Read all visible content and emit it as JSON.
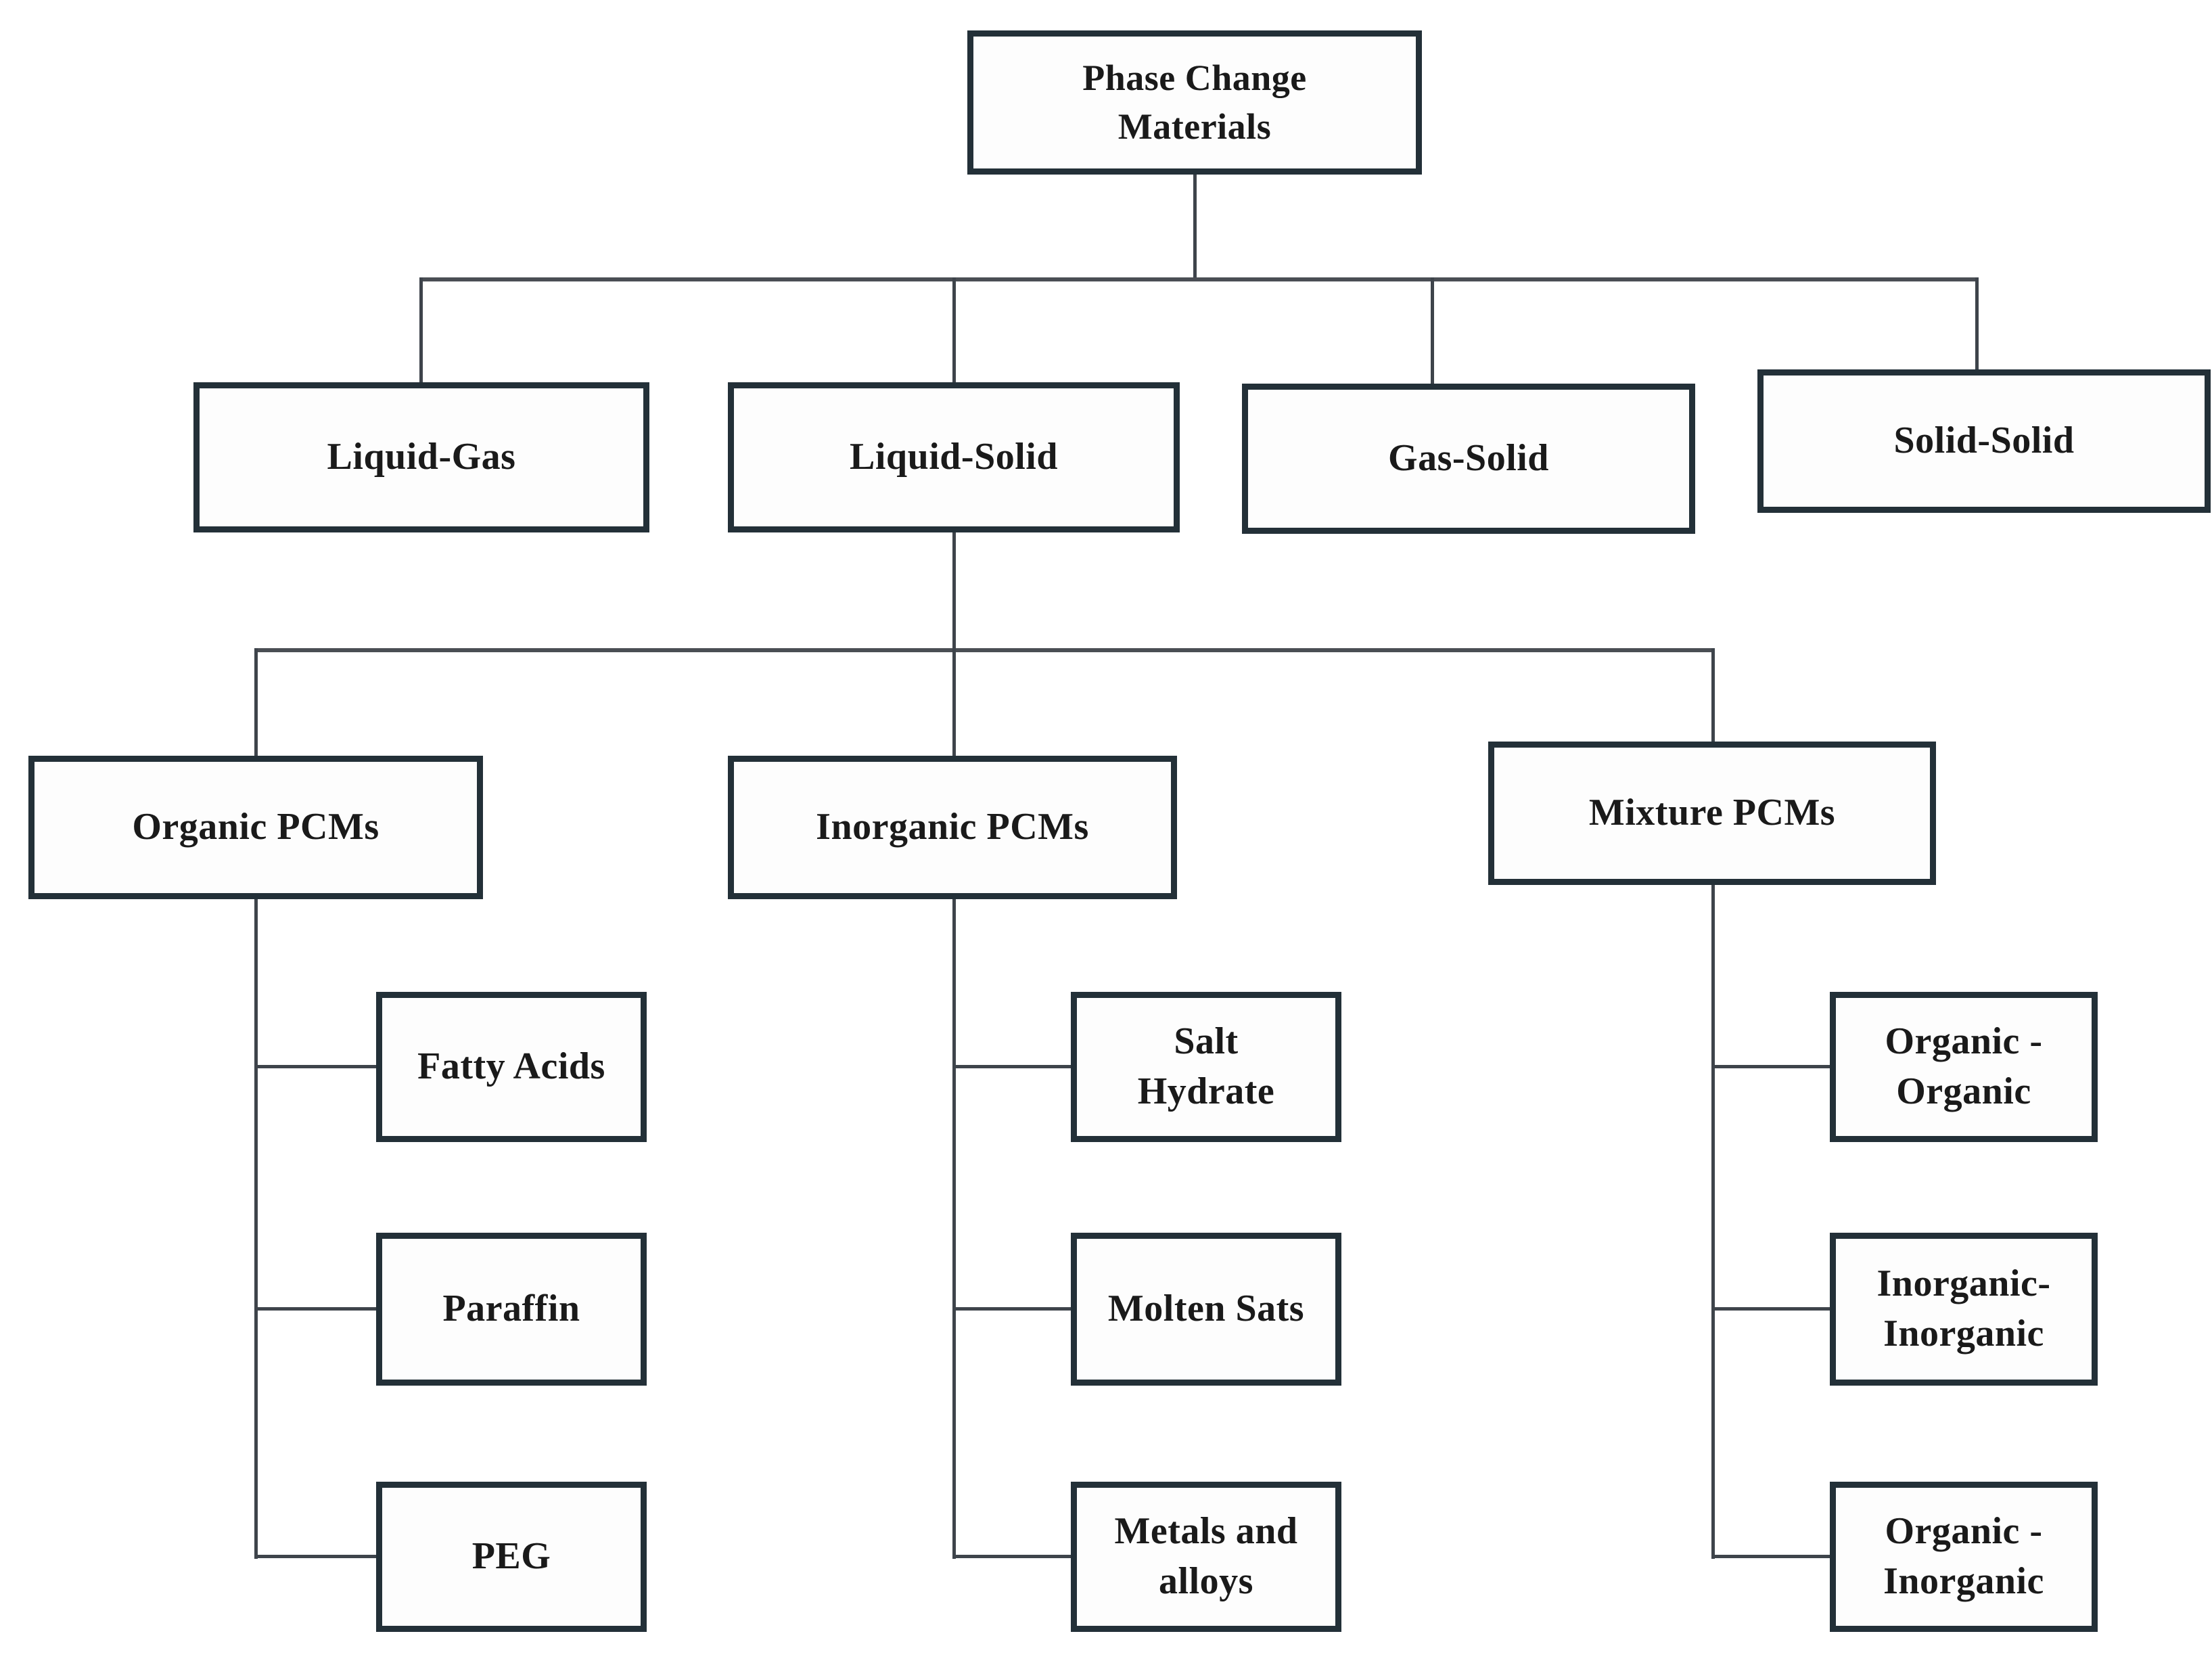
{
  "diagram": {
    "nodes": {
      "root": {
        "line1": "Phase Change",
        "line2": "Materials"
      },
      "liquid_gas": {
        "label": "Liquid-Gas"
      },
      "liquid_solid": {
        "label": "Liquid-Solid"
      },
      "gas_solid": {
        "label": "Gas-Solid"
      },
      "solid_solid": {
        "label": "Solid-Solid"
      },
      "organic_pcms": {
        "label": "Organic PCMs"
      },
      "inorganic_pcms": {
        "label": "Inorganic PCMs"
      },
      "mixture_pcms": {
        "label": "Mixture PCMs"
      },
      "fatty_acids": {
        "label": "Fatty Acids"
      },
      "paraffin": {
        "label": "Paraffin"
      },
      "peg": {
        "label": "PEG"
      },
      "salt_hydrate": {
        "line1": "Salt",
        "line2": "Hydrate"
      },
      "molten_sats": {
        "label": "Molten Sats"
      },
      "metals_alloys": {
        "line1": "Metals and",
        "line2": "alloys"
      },
      "organic_organic": {
        "line1": "Organic -",
        "line2": "Organic"
      },
      "inorganic_inorganic": {
        "line1": "Inorganic-",
        "line2": "Inorganic"
      },
      "organic_inorganic": {
        "line1": "Organic -",
        "line2": "Inorganic"
      }
    },
    "hierarchy": {
      "root": [
        "liquid_gas",
        "liquid_solid",
        "gas_solid",
        "solid_solid"
      ],
      "liquid_solid": [
        "organic_pcms",
        "inorganic_pcms",
        "mixture_pcms"
      ],
      "organic_pcms": [
        "fatty_acids",
        "paraffin",
        "peg"
      ],
      "inorganic_pcms": [
        "salt_hydrate",
        "molten_sats",
        "metals_alloys"
      ],
      "mixture_pcms": [
        "organic_organic",
        "inorganic_inorganic",
        "organic_inorganic"
      ]
    },
    "colors": {
      "box_border": "#233038",
      "connector": "#3e444b",
      "text": "#1a1a1a",
      "background": "#ffffff"
    }
  }
}
